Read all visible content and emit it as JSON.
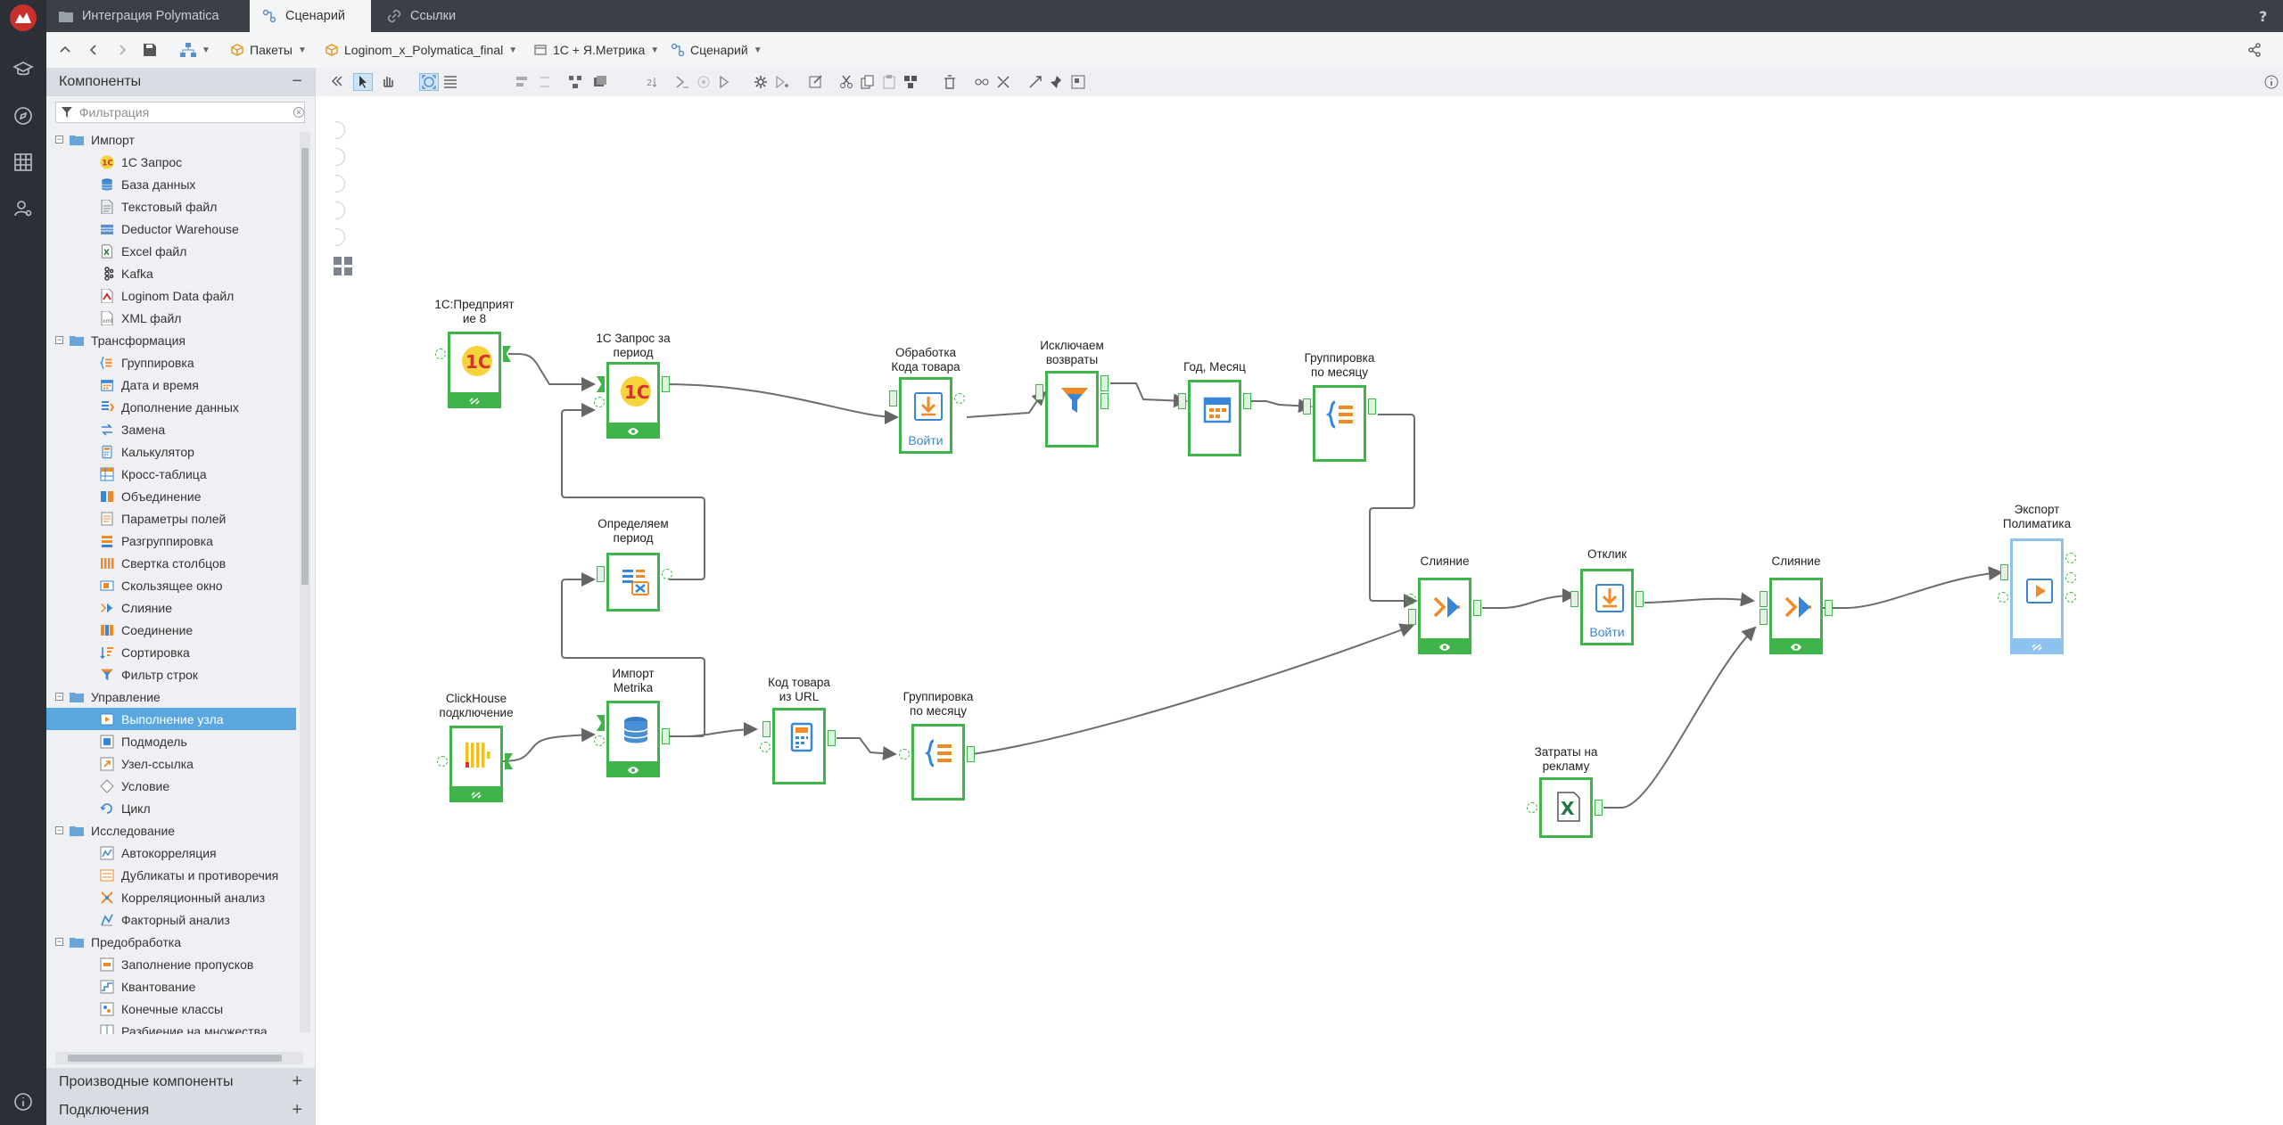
{
  "app": {
    "accent": "#5aa7e0",
    "node_green": "#3fb44a"
  },
  "rail": {
    "icons": [
      "app-logo-icon",
      "graduation-cap-icon",
      "compass-icon",
      "table-grid-icon",
      "user-gear-icon",
      "info-icon"
    ]
  },
  "tabs": [
    {
      "label": "Интеграция Polymatica",
      "icon": "folder-icon",
      "active": false
    },
    {
      "label": "Сценарий",
      "icon": "workflow-icon",
      "active": true
    },
    {
      "label": "Ссылки",
      "icon": "link-icon",
      "active": false
    }
  ],
  "breadcrumbs": [
    "Пакеты",
    "Loginom_x_Polymatica_final",
    "1С + Я.Метрика",
    "Сценарий"
  ],
  "panel": {
    "components_title": "Компоненты",
    "filter_placeholder": "Фильтрация",
    "derived_title": "Производные компоненты",
    "connections_title": "Подключения",
    "tree": [
      {
        "label": "Импорт",
        "level": 0,
        "icon": "folder-icon"
      },
      {
        "label": "1С Запрос",
        "level": 1,
        "icon": "1c-icon"
      },
      {
        "label": "База данных",
        "level": 1,
        "icon": "database-icon"
      },
      {
        "label": "Текстовый файл",
        "level": 1,
        "icon": "text-file-icon"
      },
      {
        "label": "Deductor Warehouse",
        "level": 1,
        "icon": "warehouse-icon"
      },
      {
        "label": "Excel файл",
        "level": 1,
        "icon": "excel-icon"
      },
      {
        "label": "Kafka",
        "level": 1,
        "icon": "kafka-icon"
      },
      {
        "label": "Loginom Data файл",
        "level": 1,
        "icon": "loginom-file-icon"
      },
      {
        "label": "XML файл",
        "level": 1,
        "icon": "xml-icon"
      },
      {
        "label": "Трансформация",
        "level": 0,
        "icon": "folder-icon"
      },
      {
        "label": "Группировка",
        "level": 1,
        "icon": "grouping-icon"
      },
      {
        "label": "Дата и время",
        "level": 1,
        "icon": "calendar-icon"
      },
      {
        "label": "Дополнение данных",
        "level": 1,
        "icon": "data-append-icon"
      },
      {
        "label": "Замена",
        "level": 1,
        "icon": "replace-icon"
      },
      {
        "label": "Калькулятор",
        "level": 1,
        "icon": "calculator-icon"
      },
      {
        "label": "Кросс-таблица",
        "level": 1,
        "icon": "crosstab-icon"
      },
      {
        "label": "Объединение",
        "level": 1,
        "icon": "union-icon"
      },
      {
        "label": "Параметры полей",
        "level": 1,
        "icon": "field-params-icon"
      },
      {
        "label": "Разгруппировка",
        "level": 1,
        "icon": "ungroup-icon"
      },
      {
        "label": "Свертка столбцов",
        "level": 1,
        "icon": "columns-icon"
      },
      {
        "label": "Скользящее окно",
        "level": 1,
        "icon": "window-icon"
      },
      {
        "label": "Слияние",
        "level": 1,
        "icon": "merge-icon"
      },
      {
        "label": "Соединение",
        "level": 1,
        "icon": "join-icon"
      },
      {
        "label": "Сортировка",
        "level": 1,
        "icon": "sort-icon"
      },
      {
        "label": "Фильтр строк",
        "level": 1,
        "icon": "filter-icon"
      },
      {
        "label": "Управление",
        "level": 0,
        "icon": "folder-icon"
      },
      {
        "label": "Выполнение узла",
        "level": 1,
        "icon": "execute-node-icon",
        "selected": true
      },
      {
        "label": "Подмодель",
        "level": 1,
        "icon": "submodel-icon"
      },
      {
        "label": "Узел-ссылка",
        "level": 1,
        "icon": "node-link-icon"
      },
      {
        "label": "Условие",
        "level": 1,
        "icon": "condition-icon"
      },
      {
        "label": "Цикл",
        "level": 1,
        "icon": "loop-icon"
      },
      {
        "label": "Исследование",
        "level": 0,
        "icon": "folder-icon"
      },
      {
        "label": "Автокорреляция",
        "level": 1,
        "icon": "autocorrelation-icon"
      },
      {
        "label": "Дубликаты и противоречия",
        "level": 1,
        "icon": "duplicates-icon"
      },
      {
        "label": "Корреляционный анализ",
        "level": 1,
        "icon": "correlation-icon"
      },
      {
        "label": "Факторный анализ",
        "level": 1,
        "icon": "factor-icon"
      },
      {
        "label": "Предобработка",
        "level": 0,
        "icon": "folder-icon"
      },
      {
        "label": "Заполнение пропусков",
        "level": 1,
        "icon": "fill-gaps-icon"
      },
      {
        "label": "Квантование",
        "level": 1,
        "icon": "quantization-icon"
      },
      {
        "label": "Конечные классы",
        "level": 1,
        "icon": "classes-icon"
      },
      {
        "label": "Разбиение на множества",
        "level": 1,
        "icon": "split-icon"
      }
    ]
  },
  "canvas": {
    "login_text": "Войти",
    "nodes": [
      {
        "id": "n1c8",
        "label_lines": [
          "1С:Предприят",
          "ие 8"
        ],
        "icon": "1c-icon"
      },
      {
        "id": "n1cq",
        "label_lines": [
          "1С Запрос за",
          "период"
        ],
        "icon": "1c-icon"
      },
      {
        "id": "ncode",
        "label_lines": [
          "Обработка",
          "Кода товара"
        ],
        "icon": "download-icon"
      },
      {
        "id": "nexcl",
        "label_lines": [
          "Исключаем",
          "возвраты"
        ],
        "icon": "filter-icon"
      },
      {
        "id": "nym",
        "label_lines": [
          "Год, Месяц"
        ],
        "icon": "calendar-icon"
      },
      {
        "id": "ngr1",
        "label_lines": [
          "Группировка",
          "по месяцу"
        ],
        "icon": "grouping-icon"
      },
      {
        "id": "nper",
        "label_lines": [
          "Определяем",
          "период"
        ],
        "icon": "calc-variables-icon"
      },
      {
        "id": "nch",
        "label_lines": [
          "ClickHouse",
          "подключение"
        ],
        "icon": "clickhouse-icon"
      },
      {
        "id": "nmet",
        "label_lines": [
          "Импорт",
          "Metrika"
        ],
        "icon": "database-icon"
      },
      {
        "id": "nurl",
        "label_lines": [
          "Код товара",
          "из URL"
        ],
        "icon": "calculator-icon"
      },
      {
        "id": "ngr2",
        "label_lines": [
          "Группировка",
          "по месяцу"
        ],
        "icon": "grouping-icon"
      },
      {
        "id": "nm1",
        "label_lines": [
          "Слияние"
        ],
        "icon": "merge-icon"
      },
      {
        "id": "nresp",
        "label_lines": [
          "Отклик"
        ],
        "icon": "download-icon"
      },
      {
        "id": "nm2",
        "label_lines": [
          "Слияние"
        ],
        "icon": "merge-icon"
      },
      {
        "id": "nexp",
        "label_lines": [
          "Экспорт",
          "Полиматика"
        ],
        "icon": "play-icon"
      },
      {
        "id": "nads",
        "label_lines": [
          "Затраты на",
          "рекламу"
        ],
        "icon": "excel-icon"
      }
    ]
  }
}
